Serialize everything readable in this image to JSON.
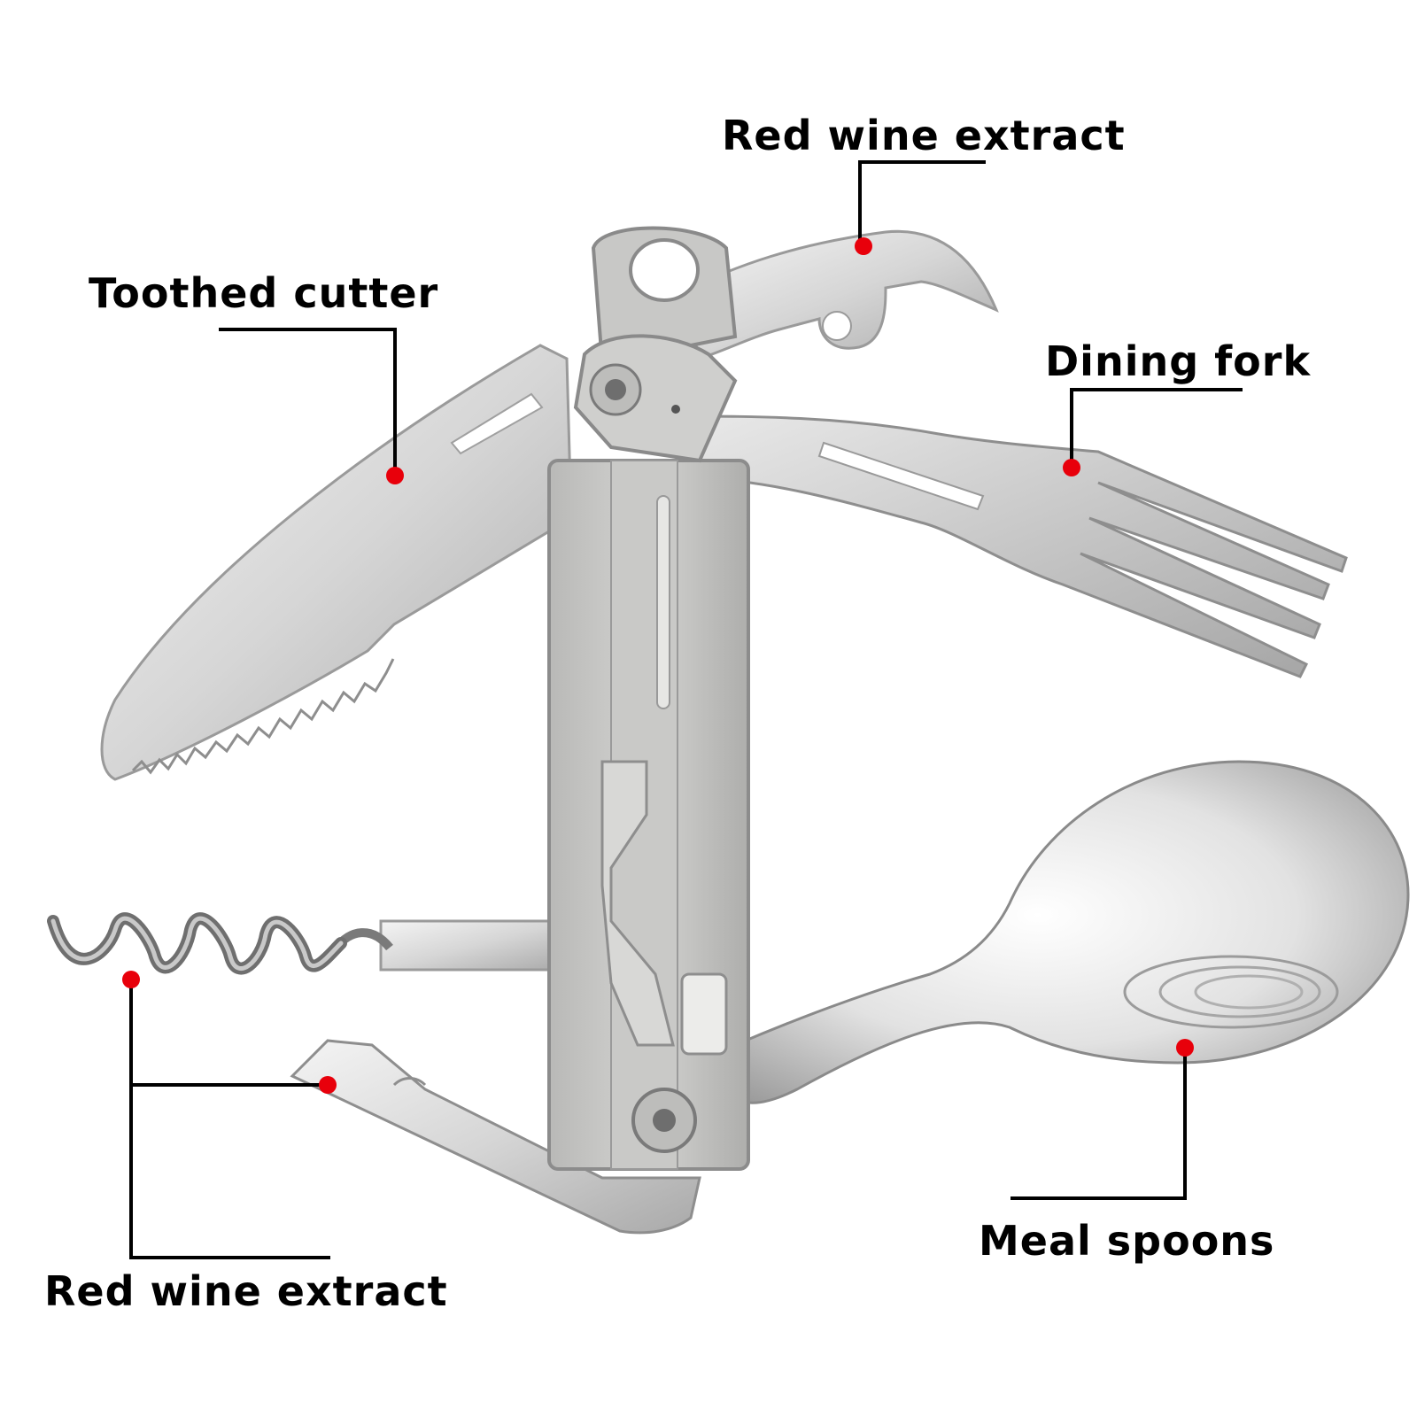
{
  "colors": {
    "background": "#ffffff",
    "steel_light": "#d9d9d9",
    "steel_mid": "#b8b8b8",
    "steel_dark": "#8c8c8c",
    "handle": "#c4c4c2",
    "leader_line": "#000000",
    "marker_dot": "#e8000b",
    "label_text": "#000000"
  },
  "callouts": {
    "bottle_opener_top": {
      "label": "Red wine extract"
    },
    "toothed_cutter": {
      "label": "Toothed cutter"
    },
    "dining_fork": {
      "label": "Dining fork"
    },
    "corkscrew": {
      "label": "Red wine extract"
    },
    "meal_spoon": {
      "label": "Meal spoons"
    }
  }
}
